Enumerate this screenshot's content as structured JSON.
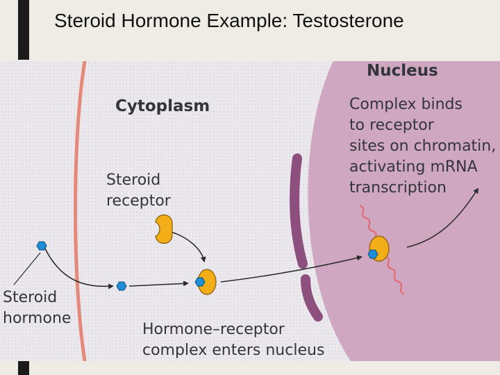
{
  "slide": {
    "title": "Steroid Hormone Example: Testosterone"
  },
  "diagram": {
    "labels": {
      "nucleus": "Nucleus",
      "cytoplasm": "Cytoplasm",
      "nucleus_caption": "Complex binds\nto receptor\nsites on chromatin,\nactivating mRNA\ntranscription",
      "receptor": "Steroid\nreceptor",
      "hormone": "Steroid\nhormone",
      "complex": "Hormone–receptor\ncomplex enters nucleus"
    },
    "colors": {
      "hormone": "#1e8fd6",
      "receptor": "#f2ad17",
      "nucleus": "#cfa7c0",
      "nuclear_envelope": "#8d4f7e",
      "cell_membrane": "#e58a7a",
      "mrna": "#e36a74"
    }
  }
}
